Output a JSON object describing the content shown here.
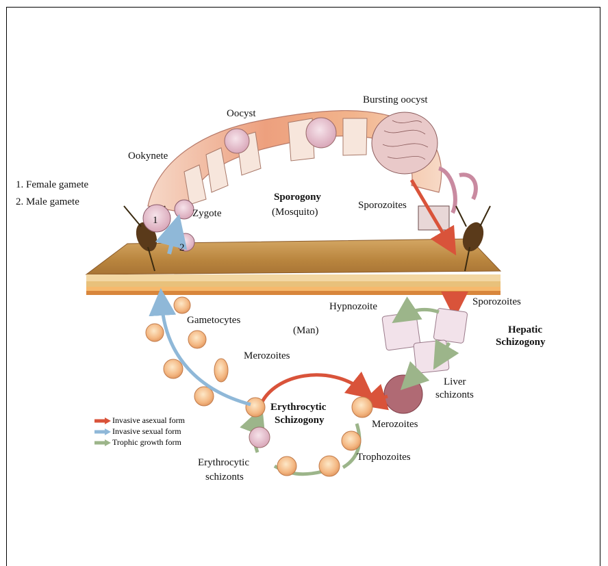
{
  "labels": {
    "female_gamete": "1. Female gamete",
    "male_gamete": "2. Male gamete",
    "ookynete": "Ookynete",
    "oocyst": "Oocyst",
    "bursting_oocyst": "Bursting oocyst",
    "zygote": "Zygote",
    "marker_1": "1",
    "marker_2": "2",
    "sporogony": "Sporogony",
    "mosquito": "(Mosquito)",
    "sporozoites_top": "Sporozoites",
    "sporozoites_right": "Sporozoites",
    "hypnozoite": "Hypnozoite",
    "hepatic_line1": "Hepatic",
    "hepatic_line2": "Schizogony",
    "gametocytes": "Gametocytes",
    "man": "(Man)",
    "merozoites_top": "Merozoites",
    "liver_schizonts_line1": "Liver",
    "liver_schizonts_line2": "schizonts",
    "erythrocytic_line1": "Erythrocytic",
    "erythrocytic_line2": "Schizogony",
    "merozoites_right": "Merozoites",
    "trophozoites": "Trophozoites",
    "ery_schizonts_line1": "Erythrocytic",
    "ery_schizonts_line2": "schizonts"
  },
  "legend": [
    {
      "label": "Invasive asexual form",
      "color": "#d9533a"
    },
    {
      "label": "Invasive sexual form",
      "color": "#8fb8d8"
    },
    {
      "label": "Trophic growth form",
      "color": "#9cb58a"
    }
  ],
  "colors": {
    "asexual_arrow": "#d9533a",
    "sexual_arrow": "#8fb8d8",
    "trophic_arrow": "#9cb58a",
    "skin": "#c89a5a",
    "gut": "#f1c4a0"
  }
}
